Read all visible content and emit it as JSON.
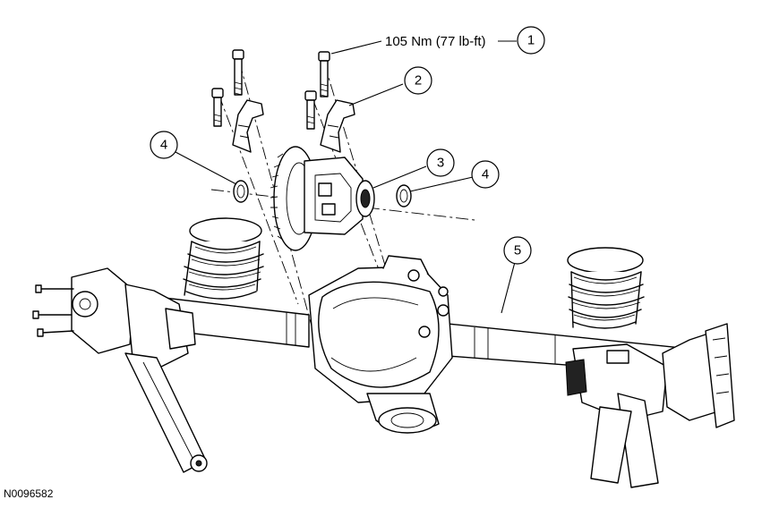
{
  "torque_spec": "105 Nm (77 lb-ft)",
  "figure_id": "N0096582",
  "callouts": [
    "1",
    "2",
    "3",
    "4",
    "4",
    "5"
  ],
  "icons": [
    "rear-axle-housing",
    "coil-spring",
    "differential-case",
    "bearing-cap",
    "bolt",
    "bearing-shim"
  ]
}
